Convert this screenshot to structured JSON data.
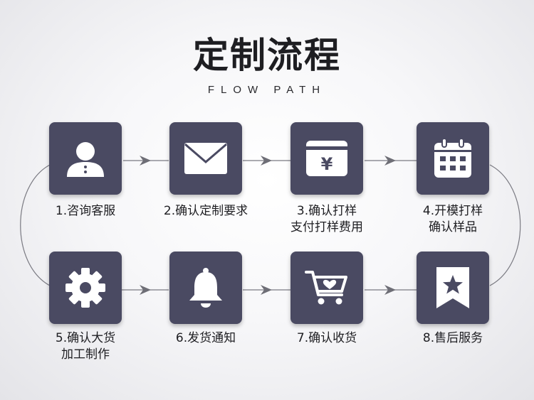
{
  "title": "定制流程",
  "subtitle": "FLOW PATH",
  "steps": [
    {
      "lines": [
        "1.咨询客服"
      ],
      "icon": "user-icon"
    },
    {
      "lines": [
        "2.确认定制要求"
      ],
      "icon": "envelope-icon"
    },
    {
      "lines": [
        "3.确认打样",
        "支付打样费用"
      ],
      "icon": "payment-card-yen-icon"
    },
    {
      "lines": [
        "4.开模打样",
        "确认样品"
      ],
      "icon": "calendar-icon"
    },
    {
      "lines": [
        "5.确认大货",
        "加工制作"
      ],
      "icon": "gear-icon"
    },
    {
      "lines": [
        "6.发货通知"
      ],
      "icon": "bell-icon"
    },
    {
      "lines": [
        "7.确认收货"
      ],
      "icon": "shopping-cart-icon"
    },
    {
      "lines": [
        "8.售后服务"
      ],
      "icon": "star-bookmark-icon"
    }
  ],
  "icon_symbols": {
    "yen": "¥"
  },
  "colors": {
    "box": "#4a4a62",
    "line": "#7a7a82",
    "arrow": "#6e6e76",
    "text": "#1e1e22"
  }
}
